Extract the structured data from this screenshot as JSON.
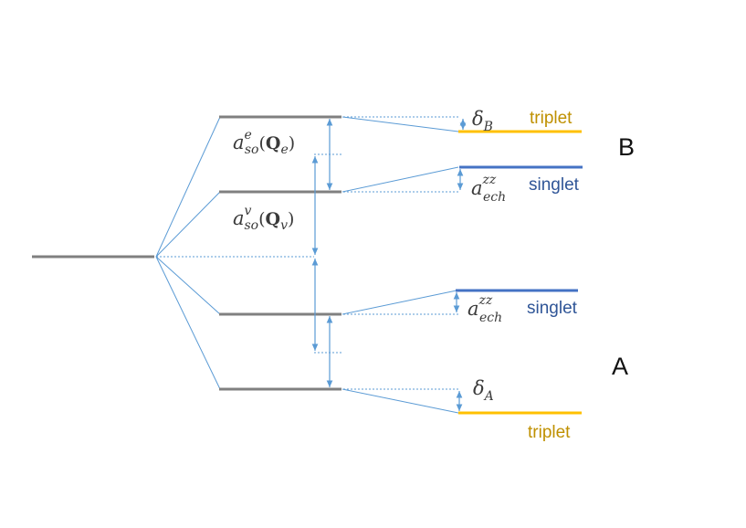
{
  "diagram": {
    "labels": {
      "group_b": "B",
      "group_a": "A",
      "triplet_top": "triplet",
      "singlet_upper": "singlet",
      "singlet_lower": "singlet",
      "triplet_bottom": "triplet"
    },
    "symbols": {
      "delta_b": {
        "main": "δ",
        "sub": "B"
      },
      "delta_a": {
        "main": "δ",
        "sub": "A"
      },
      "exchange_upper": {
        "main": "a",
        "sup": "zz",
        "sub": "ech"
      },
      "exchange_lower": {
        "main": "a",
        "sup": "zz",
        "sub": "ech"
      },
      "spin_orbit_e": {
        "main": "a",
        "sup": "e",
        "sub": "so",
        "open": "(",
        "arg": "Q",
        "arg_sub": "e",
        "close": ")"
      },
      "spin_orbit_v": {
        "main": "a",
        "sup": "v",
        "sub": "so",
        "open": "(",
        "arg": "Q",
        "arg_sub": "v",
        "close": ")"
      }
    },
    "colors": {
      "level_gray": "#808080",
      "connector_blue": "#5b9bd5",
      "triplet_orange": "#ffc000",
      "singlet_blue": "#4472c4",
      "triplet_text": "#bf9000",
      "singlet_text": "#2f5597"
    }
  }
}
